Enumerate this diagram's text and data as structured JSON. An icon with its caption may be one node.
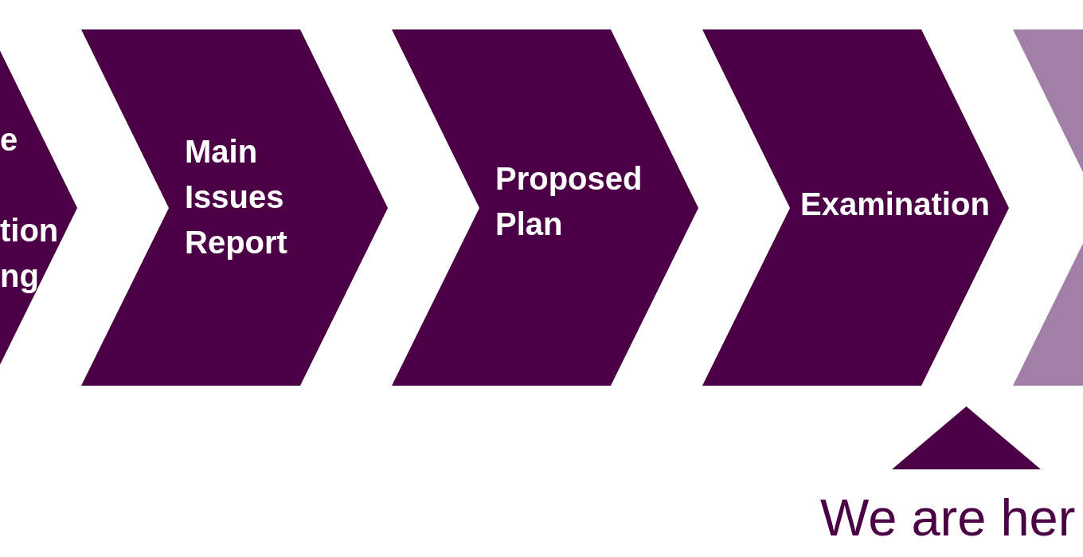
{
  "diagram": {
    "nodes": [
      {
        "text": [
          "e tion ng"
        ]
      },
      {
        "text": [
          "Main Issues Report"
        ]
      },
      {
        "text": [
          "Proposed Plan"
        ]
      },
      {
        "text": [
          "Examination"
        ]
      },
      {
        "text": [],
        "shape": "chevron"
      }
    ],
    "labels": [
      "We are her"
    ]
  }
}
